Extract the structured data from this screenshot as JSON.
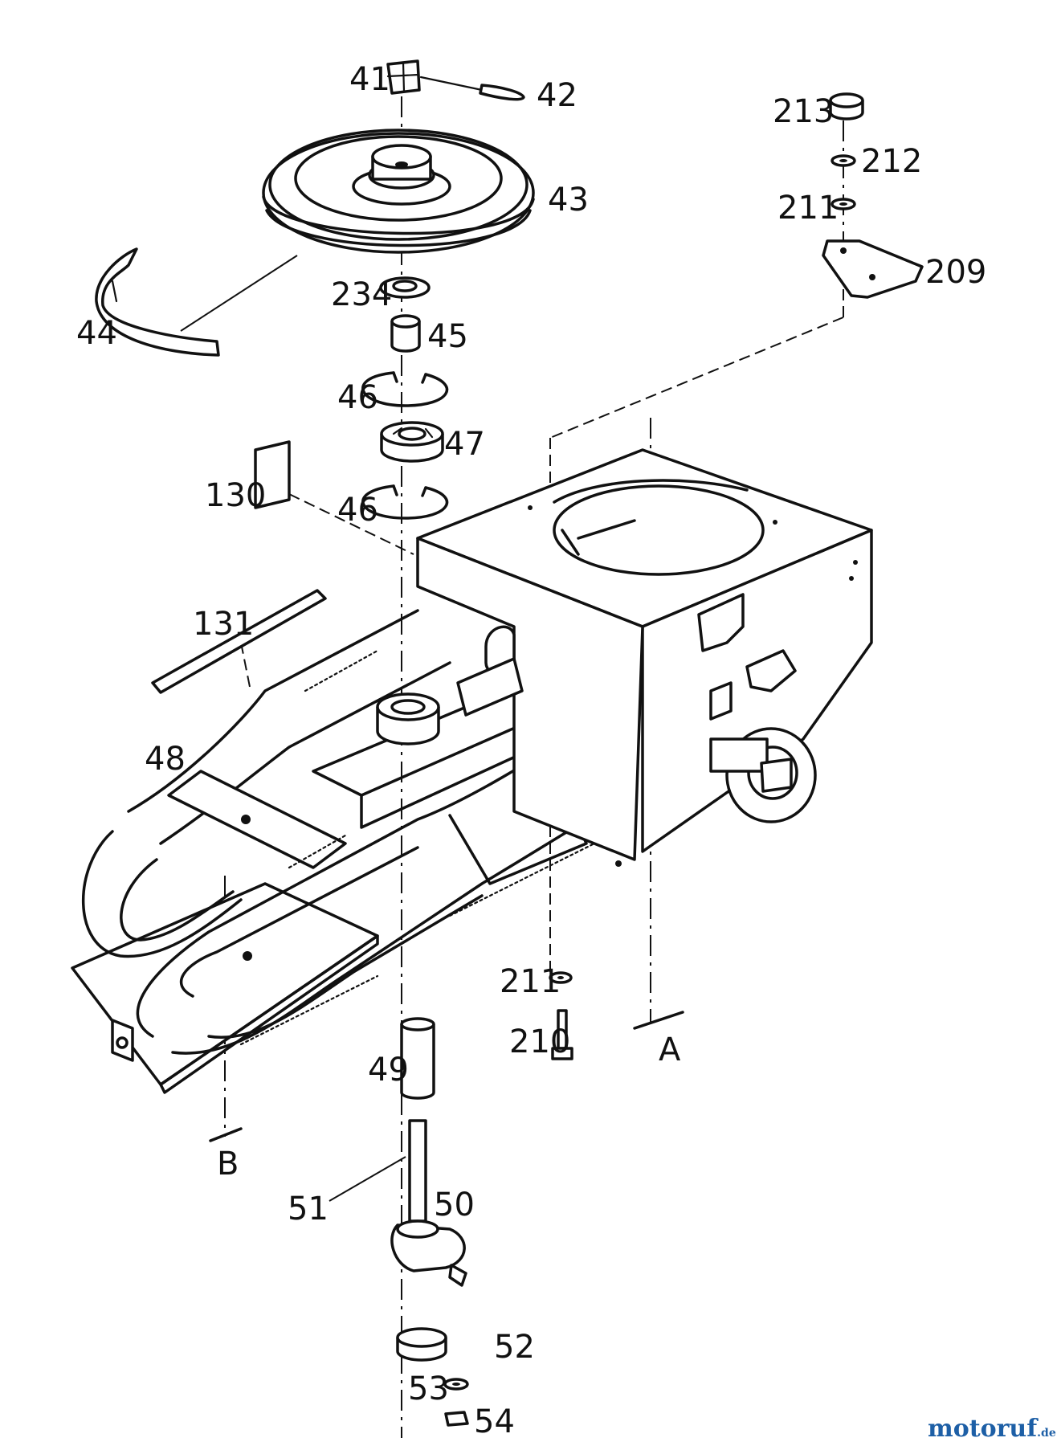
{
  "labels": {
    "p41": "41",
    "p42": "42",
    "p43": "43",
    "p44": "44",
    "p45": "45",
    "p46a": "46",
    "p46b": "46",
    "p47": "47",
    "p48": "48",
    "p49": "49",
    "p50": "50",
    "p51": "51",
    "p52": "52",
    "p53": "53",
    "p54": "54",
    "p130": "130",
    "p131": "131",
    "p209": "209",
    "p210": "210",
    "p211a": "211",
    "p211b": "211",
    "p212": "212",
    "p213": "213",
    "p234": "234"
  },
  "refs": {
    "a": "A",
    "b": "B"
  },
  "watermark": {
    "name": "motoruf",
    "suffix": ".de"
  }
}
